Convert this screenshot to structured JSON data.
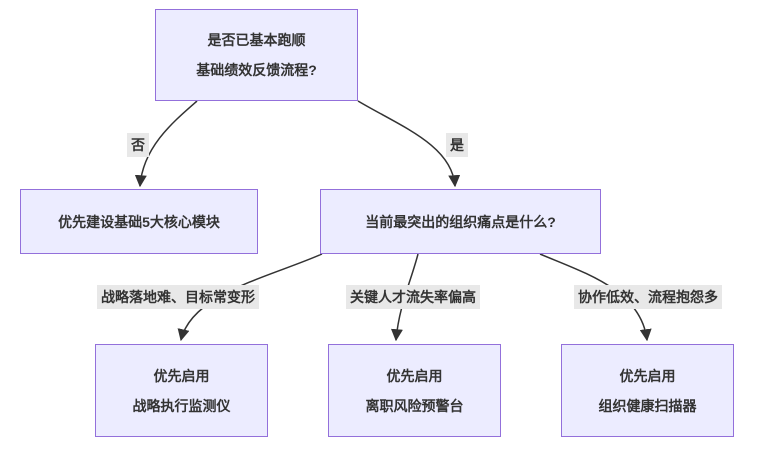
{
  "diagram": {
    "type": "flowchart",
    "colors": {
      "node_fill": "#ECECFF",
      "node_border": "#9370DB",
      "edge_stroke": "#333333",
      "edge_label_background": "#e8e8e8",
      "text": "#333333",
      "background": "#ffffff"
    },
    "nodes": [
      {
        "id": "start-question",
        "lines": [
          "是否已基本跑顺",
          "基础绩效反馈流程?"
        ]
      },
      {
        "id": "build-core-modules",
        "lines": [
          "优先建设基础5大核心模块"
        ]
      },
      {
        "id": "pain-question",
        "lines": [
          "当前最突出的组织痛点是什么?"
        ]
      },
      {
        "id": "strategy-monitor",
        "lines": [
          "优先启用",
          "战略执行监测仪"
        ]
      },
      {
        "id": "attrition-warning",
        "lines": [
          "优先启用",
          "离职风险预警台"
        ]
      },
      {
        "id": "org-health-scanner",
        "lines": [
          "优先启用",
          "组织健康扫描器"
        ]
      }
    ],
    "edge_labels": [
      {
        "id": "no",
        "text": "否"
      },
      {
        "id": "yes",
        "text": "是"
      },
      {
        "id": "strategy-pain",
        "text": "战略落地难、目标常变形"
      },
      {
        "id": "talent-pain",
        "text": "关键人才流失率偏高"
      },
      {
        "id": "collab-pain",
        "text": "协作低效、流程抱怨多"
      }
    ]
  }
}
